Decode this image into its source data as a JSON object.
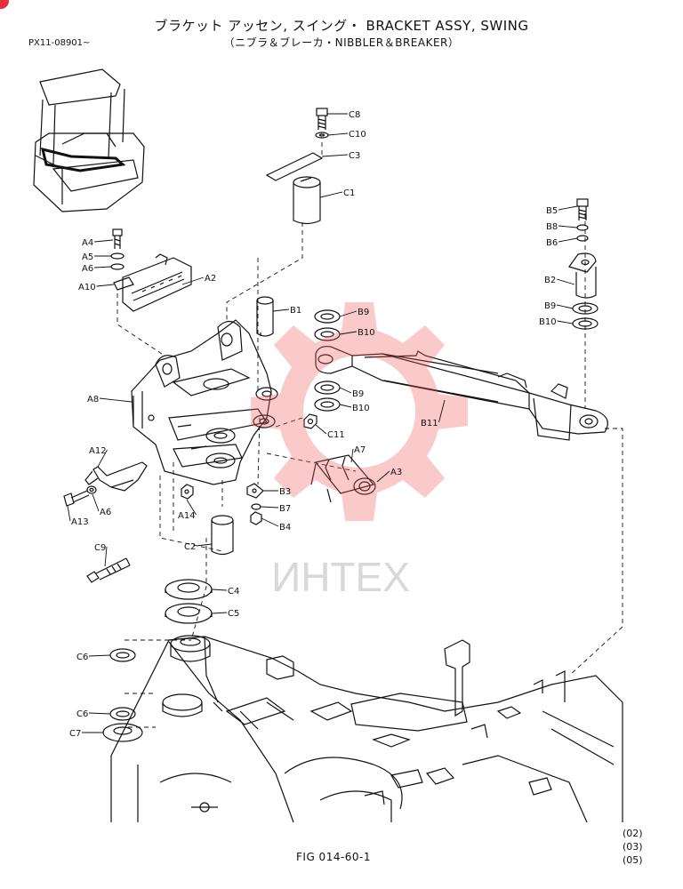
{
  "header": {
    "title": "ブラケット アッセン, スイング・ BRACKET ASSY, SWING",
    "subtitle": "（ニブラ＆ブレーカ・NIBBLER＆BREAKER）",
    "serial": "PX11-08901~"
  },
  "footer": {
    "figure": "FIG 014-60-1",
    "revisions": [
      "(02)",
      "(03)",
      "(05)"
    ]
  },
  "watermark": {
    "text": "ИНТЕХ",
    "color": "#e84a4a"
  },
  "colors": {
    "line": "#111111",
    "watermark_gear": "#ee5a5a"
  },
  "callouts": [
    "C8",
    "C10",
    "C3",
    "C1",
    "B5",
    "B8",
    "B6",
    "A4",
    "A5",
    "A6",
    "A2",
    "A10",
    "B2",
    "B9",
    "B10",
    "B1",
    "B9",
    "B10",
    "A8",
    "B9",
    "B10",
    "B11",
    "C11",
    "A12",
    "A7",
    "A3",
    "A6",
    "A13",
    "B3",
    "A14",
    "B7",
    "B4",
    "C2",
    "C9",
    "C4",
    "C5",
    "C6",
    "C6",
    "C7"
  ]
}
